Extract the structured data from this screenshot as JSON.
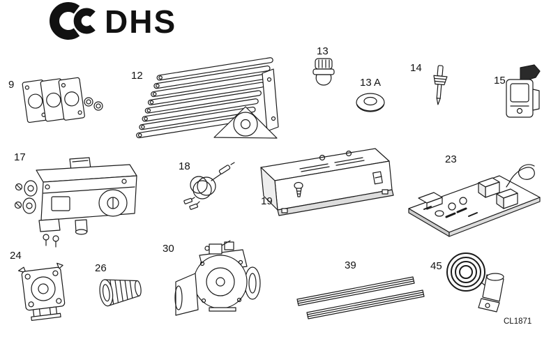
{
  "logo": {
    "text": "DHS"
  },
  "colors": {
    "ink": "#1a1a1a",
    "background": "#ffffff"
  },
  "diagram": {
    "ref_code": "CL1871",
    "part_labels": {
      "p9": "9",
      "p12": "12",
      "p13": "13",
      "p13a": "13 A",
      "p14": "14",
      "p15": "15",
      "p17": "17",
      "p18": "18",
      "p19": "19",
      "p23": "23",
      "p24": "24",
      "p26": "26",
      "p30": "30",
      "p39": "39",
      "p45": "45"
    }
  }
}
